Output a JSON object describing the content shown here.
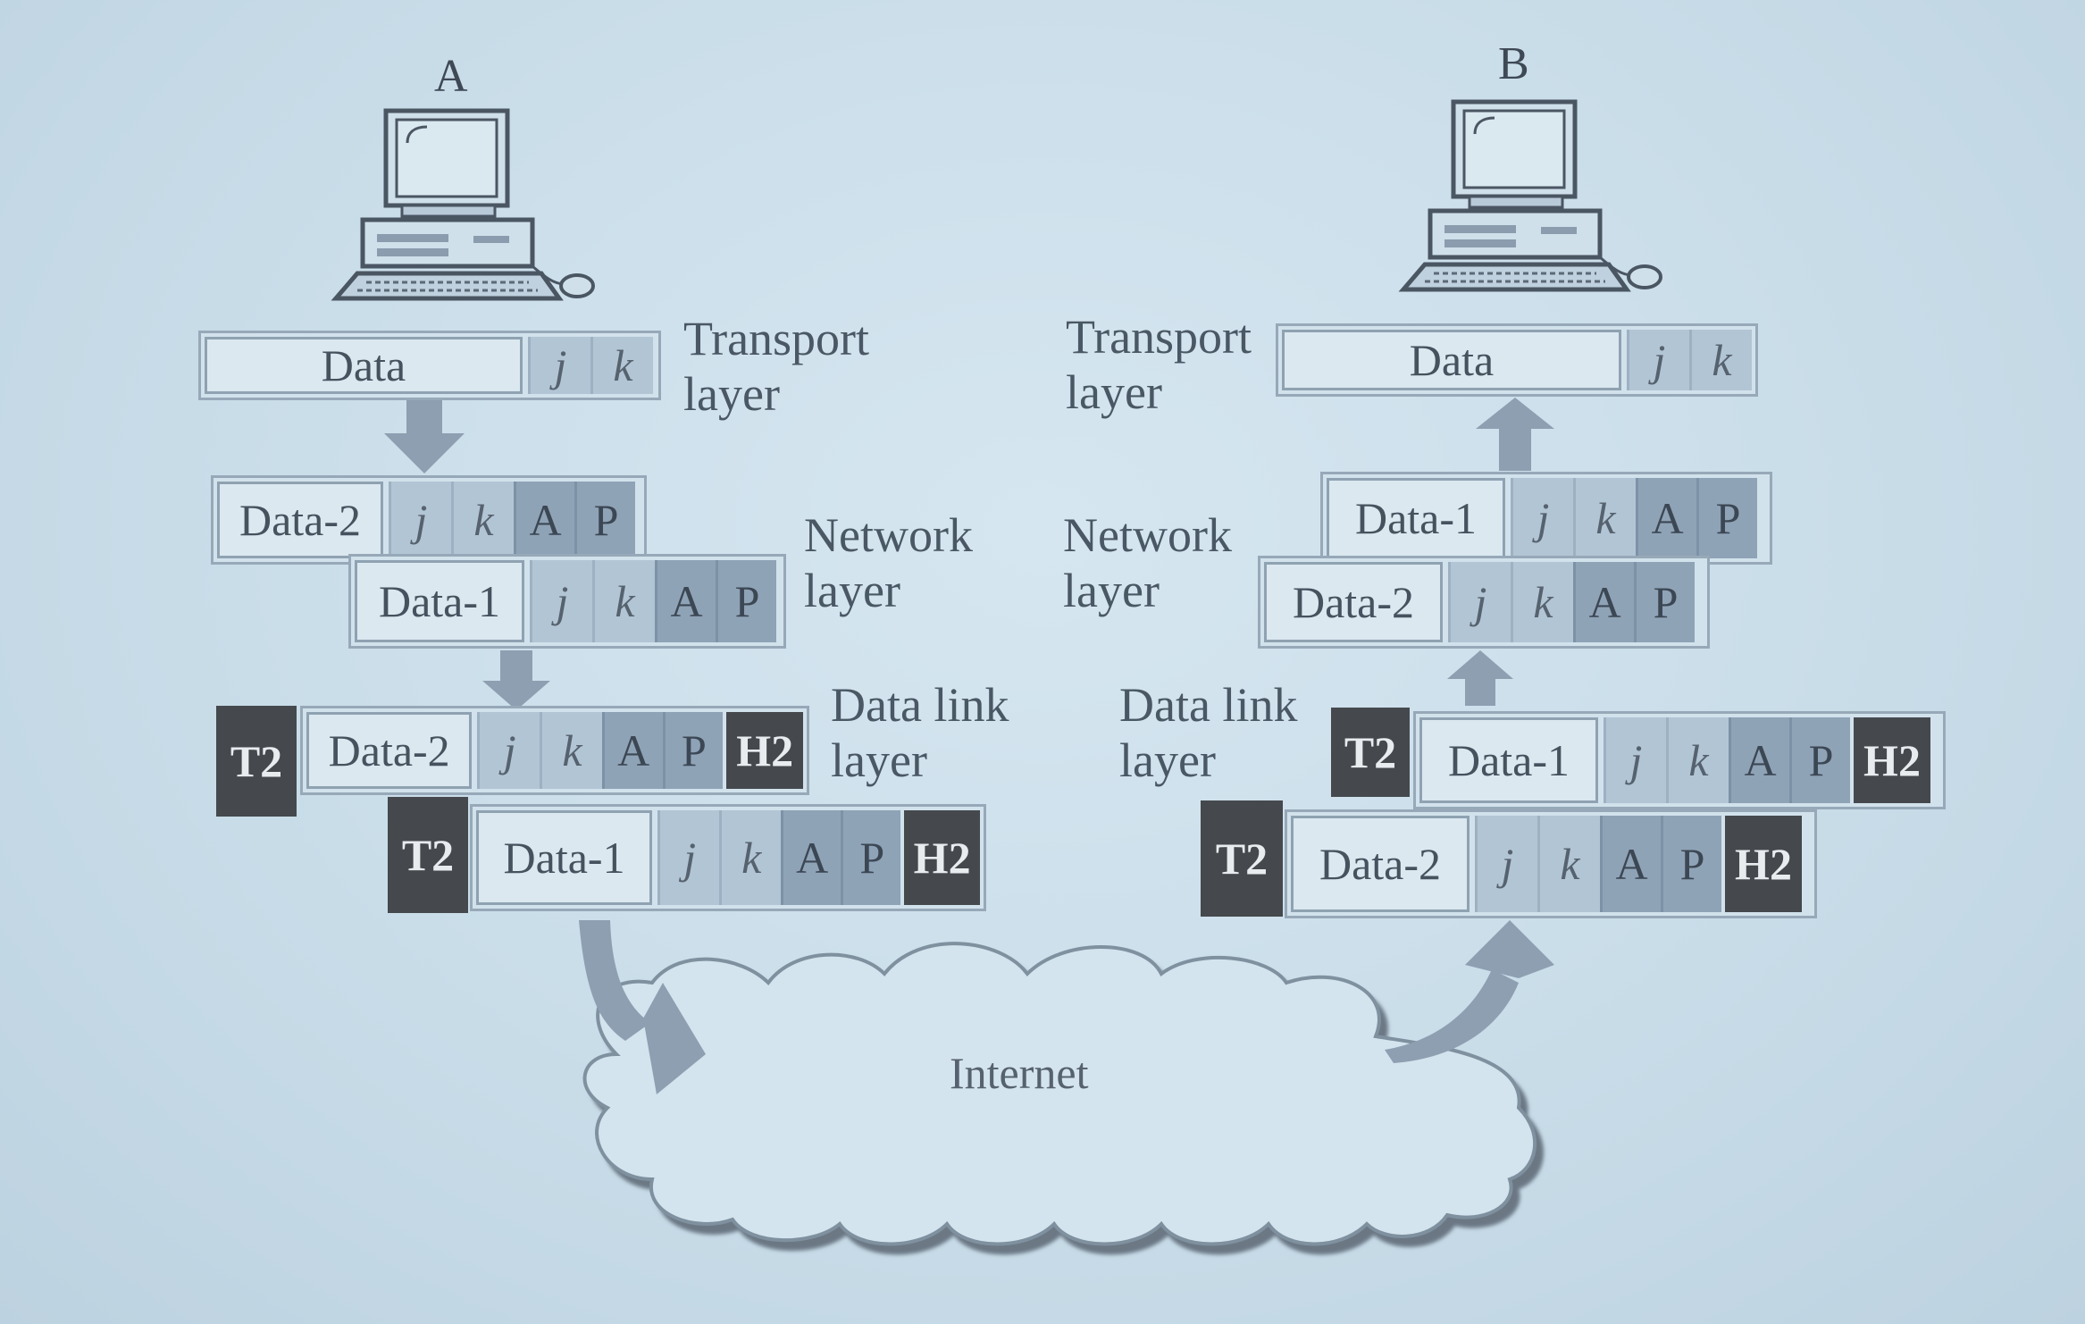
{
  "hosts": {
    "a": {
      "label": "A"
    },
    "b": {
      "label": "B"
    }
  },
  "layer_labels": {
    "transport": [
      "Transport",
      "layer"
    ],
    "network": [
      "Network",
      "layer"
    ],
    "datalink": [
      "Data link",
      "layer"
    ]
  },
  "cells": {
    "data": "Data",
    "data1": "Data-1",
    "data2": "Data-2",
    "j": "j",
    "k": "k",
    "a": "A",
    "p": "P",
    "trailer": "T2",
    "header": "H2"
  },
  "cloud": {
    "label": "Internet"
  },
  "colors": {
    "background": "#c9dde9",
    "address_cells": "#8fa3b7",
    "port_cells": "#b2c5d5",
    "link_header_trailer": "#45494d",
    "arrow": "#8e9fb2"
  }
}
